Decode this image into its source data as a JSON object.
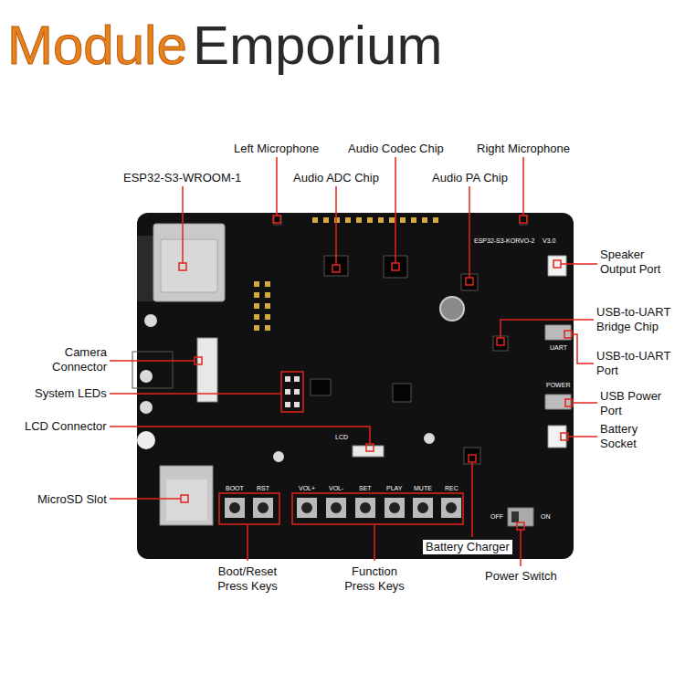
{
  "diagram": {
    "labels": [
      "Module",
      "Emporium",
      "Left Microphone",
      "Audio Codec Chip",
      "Right Microphone",
      "ESP32-S3-WROOM-1",
      "Audio ADC Chip",
      "Audio PA Chip",
      "Speaker Output Port",
      "USB-to-UART Bridge Chip",
      "USB-to-UART Port",
      "USB Power Port",
      "Battery Socket",
      "Camera Connector",
      "System LEDs",
      "LCD Connector",
      "MicroSD Slot",
      "Boot/Reset Press Keys",
      "Function Press Keys",
      "Battery Charger",
      "Power Switch",
      "BOOT",
      "RST",
      "VOL+",
      "VOL-",
      "SET",
      "PLAY",
      "MUTE",
      "REC",
      "ESP32-S3-KORVO-2",
      "V3.0",
      "POWER",
      "UART",
      "OFF",
      "ON",
      "LCD"
    ]
  }
}
